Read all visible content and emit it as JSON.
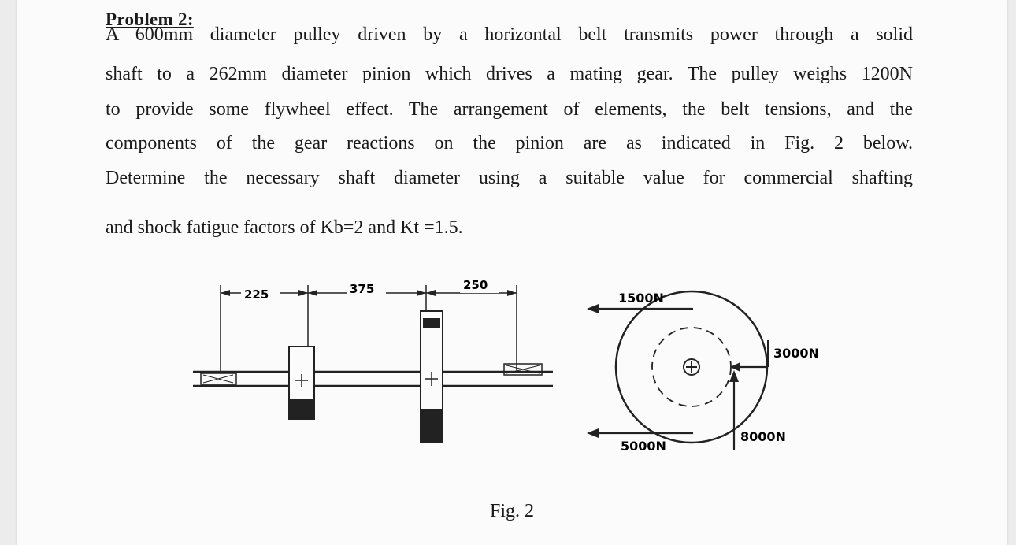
{
  "problem": {
    "title": "Problem 2:",
    "lines": [
      "A 600mm diameter pulley driven by a horizontal belt transmits power through a solid",
      "shaft to a 262mm diameter pinion which drives a mating gear. The pulley weighs 1200N",
      "to provide some flywheel effect. The arrangement of elements, the belt tensions, and the",
      "components of the gear reactions on the pinion are as indicated in Fig. 2 below.",
      "Determine the necessary shaft diameter using a suitable value for commercial shafting",
      "and shock fatigue factors of Kb=2 and Kt =1.5."
    ]
  },
  "figure": {
    "caption": "Fig. 2",
    "dimensions": [
      "225",
      "375",
      "250"
    ],
    "forces": {
      "top_left": "1500N",
      "right_upper": "3000N",
      "bottom_left": "5000N",
      "bottom_right": "8000N"
    }
  }
}
